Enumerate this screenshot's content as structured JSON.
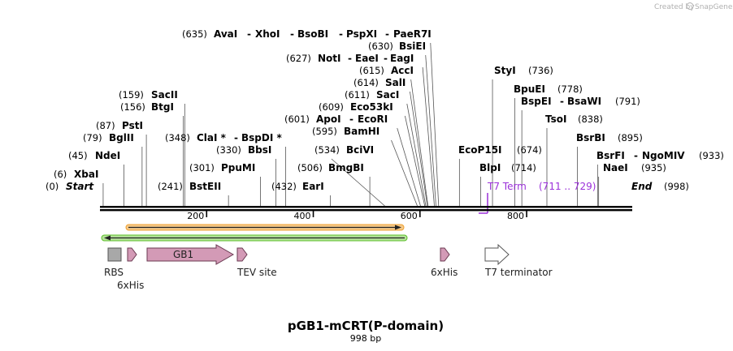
{
  "credit": {
    "prefix": "Created by",
    "brand": "SnapGene"
  },
  "title": "pGB1-mCRT(P-domain)",
  "subtitle": "998 bp",
  "start_label": "Start",
  "start_pos": "(0)",
  "end_label": "End",
  "end_pos": "(998)",
  "total_bp": 998,
  "ticks": [
    "200",
    "400",
    "600",
    "800"
  ],
  "tick_values": [
    200,
    400,
    600,
    800
  ],
  "sites": [
    {
      "pos": "(6)",
      "bp": 6,
      "names": [
        "XbaI"
      ]
    },
    {
      "pos": "(45)",
      "bp": 45,
      "names": [
        "NdeI"
      ]
    },
    {
      "pos": "(79)",
      "bp": 79,
      "names": [
        "BglII"
      ]
    },
    {
      "pos": "(87)",
      "bp": 87,
      "names": [
        "PstI"
      ]
    },
    {
      "pos": "(156)",
      "bp": 156,
      "names": [
        "BtgI"
      ]
    },
    {
      "pos": "(159)",
      "bp": 159,
      "names": [
        "SacII"
      ]
    },
    {
      "pos": "(241)",
      "bp": 241,
      "names": [
        "BstEII"
      ]
    },
    {
      "pos": "(301)",
      "bp": 301,
      "names": [
        "PpuMI"
      ]
    },
    {
      "pos": "(330)",
      "bp": 330,
      "names": [
        "BbsI"
      ]
    },
    {
      "pos": "(348)",
      "bp": 348,
      "names": [
        "ClaI *",
        "BspDI *"
      ]
    },
    {
      "pos": "(432)",
      "bp": 432,
      "names": [
        "EarI"
      ]
    },
    {
      "pos": "(506)",
      "bp": 506,
      "names": [
        "BmgBI"
      ]
    },
    {
      "pos": "(534)",
      "bp": 534,
      "names": [
        "BciVI"
      ]
    },
    {
      "pos": "(595)",
      "bp": 595,
      "names": [
        "BamHI"
      ]
    },
    {
      "pos": "(601)",
      "bp": 601,
      "names": [
        "ApoI",
        "EcoRI"
      ]
    },
    {
      "pos": "(609)",
      "bp": 609,
      "names": [
        "Eco53kI"
      ]
    },
    {
      "pos": "(611)",
      "bp": 611,
      "names": [
        "SacI"
      ]
    },
    {
      "pos": "(614)",
      "bp": 614,
      "names": [
        "SalI"
      ]
    },
    {
      "pos": "(615)",
      "bp": 615,
      "names": [
        "AccI"
      ]
    },
    {
      "pos": "(627)",
      "bp": 627,
      "names": [
        "NotI",
        "EaeI",
        "EagI"
      ]
    },
    {
      "pos": "(630)",
      "bp": 630,
      "names": [
        "BsiEI"
      ]
    },
    {
      "pos": "(635)",
      "bp": 635,
      "names": [
        "AvaI",
        "XhoI",
        "BsoBI",
        "PspXI",
        "PaeR7I"
      ]
    },
    {
      "pos": "(674)",
      "bp": 674,
      "names": [
        "EcoP15I"
      ]
    },
    {
      "pos": "(714)",
      "bp": 714,
      "names": [
        "BlpI"
      ]
    },
    {
      "pos": "(736)",
      "bp": 736,
      "names": [
        "StyI"
      ]
    },
    {
      "pos": "(778)",
      "bp": 778,
      "names": [
        "BpuEI"
      ]
    },
    {
      "pos": "(791)",
      "bp": 791,
      "names": [
        "BspEI",
        "BsaWI"
      ]
    },
    {
      "pos": "(838)",
      "bp": 838,
      "names": [
        "TsoI"
      ]
    },
    {
      "pos": "(895)",
      "bp": 895,
      "names": [
        "BsrBI"
      ]
    },
    {
      "pos": "(933)",
      "bp": 933,
      "names": [
        "BsrFI",
        "NgoMIV"
      ]
    },
    {
      "pos": "(935)",
      "bp": 935,
      "names": [
        "NaeI"
      ]
    }
  ],
  "t7_term": {
    "label": "T7 Term",
    "range": "(711 .. 729)"
  },
  "features": [
    {
      "label": "RBS",
      "shape": "box"
    },
    {
      "label": "6xHis",
      "shape": "small-arrow"
    },
    {
      "label": "GB1",
      "shape": "arrow"
    },
    {
      "label": "TEV site",
      "shape": "small-arrow"
    },
    {
      "label": "6xHis",
      "shape": "small-arrow"
    },
    {
      "label": "T7 terminator",
      "shape": "open-arrow"
    }
  ],
  "colors": {
    "feature_fill": "#d39ab6",
    "feature_stroke": "#6b3a52",
    "rbs_fill": "#a8a8a8",
    "orf_orange": "#f0a030",
    "orf_green": "#5cbf2a",
    "t7_purple": "#9b30d9"
  }
}
